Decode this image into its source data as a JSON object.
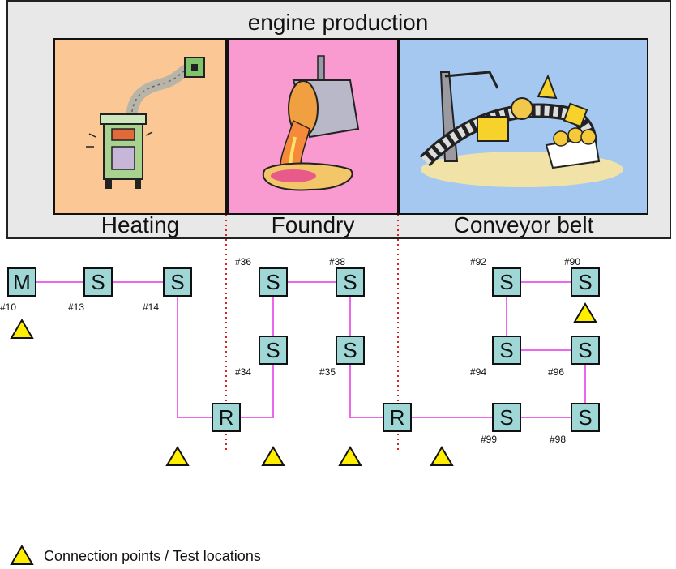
{
  "title": "engine production",
  "sections": [
    {
      "label": "Heating",
      "color": "#fbc895",
      "icon": "stove-icon"
    },
    {
      "label": "Foundry",
      "color": "#f99ad0",
      "icon": "ladle-icon"
    },
    {
      "label": "Conveyor belt",
      "color": "#a4c8f0",
      "icon": "conveyor-belt-icon"
    }
  ],
  "nodes": [
    {
      "id": "M10",
      "type": "M",
      "tag": "#10"
    },
    {
      "id": "S13",
      "type": "S",
      "tag": "#13"
    },
    {
      "id": "S14",
      "type": "S",
      "tag": "#14"
    },
    {
      "id": "R1",
      "type": "R",
      "tag": ""
    },
    {
      "id": "S36",
      "type": "S",
      "tag": "#36"
    },
    {
      "id": "S34",
      "type": "S",
      "tag": "#34"
    },
    {
      "id": "S38",
      "type": "S",
      "tag": "#38"
    },
    {
      "id": "S35",
      "type": "S",
      "tag": "#35"
    },
    {
      "id": "R2",
      "type": "R",
      "tag": ""
    },
    {
      "id": "S92",
      "type": "S",
      "tag": "#92"
    },
    {
      "id": "S90",
      "type": "S",
      "tag": "#90"
    },
    {
      "id": "S94",
      "type": "S",
      "tag": "#94"
    },
    {
      "id": "S96",
      "type": "S",
      "tag": "#96"
    },
    {
      "id": "S99",
      "type": "S",
      "tag": "#99"
    },
    {
      "id": "S98",
      "type": "S",
      "tag": "#98"
    }
  ],
  "links": [
    [
      "M10",
      "S13"
    ],
    [
      "S13",
      "S14"
    ],
    [
      "S14",
      "R1"
    ],
    [
      "R1",
      "S34"
    ],
    [
      "S34",
      "S36"
    ],
    [
      "S36",
      "S38"
    ],
    [
      "S38",
      "S35"
    ],
    [
      "S35",
      "R2"
    ],
    [
      "R2",
      "S99"
    ],
    [
      "S99",
      "S98"
    ],
    [
      "S98",
      "S96"
    ],
    [
      "S96",
      "S94"
    ],
    [
      "S94",
      "S92"
    ],
    [
      "S92",
      "S90"
    ]
  ],
  "legend": {
    "label": "Connection points / Test locations",
    "marker_color": "#ffee00"
  },
  "link_color": "#ee66ee",
  "divider_color": "#dd2222"
}
